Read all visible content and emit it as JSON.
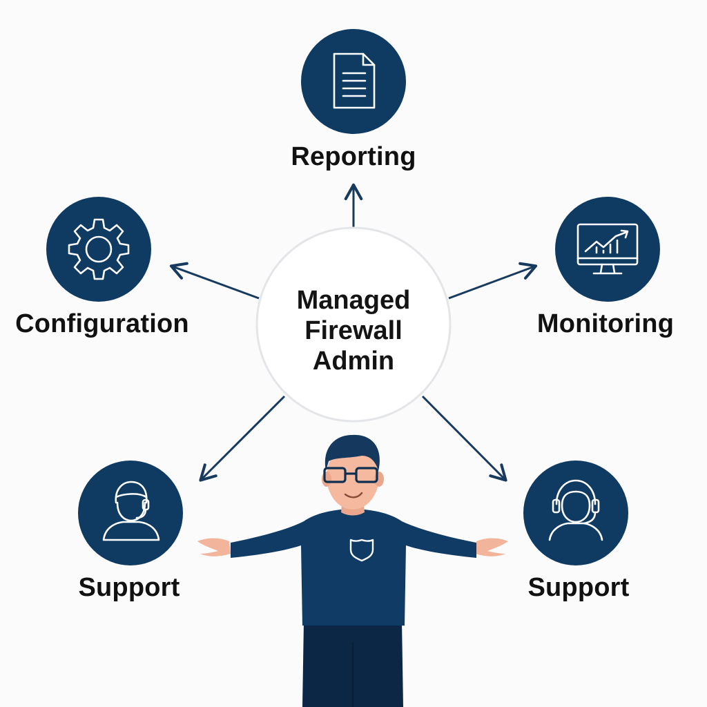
{
  "center": {
    "line1": "Managed",
    "line2": "Firewall",
    "line3": "Admin"
  },
  "nodes": {
    "reporting": {
      "label": "Reporting",
      "icon": "document-icon"
    },
    "configuration": {
      "label": "Configuration",
      "icon": "gear-icon"
    },
    "monitoring": {
      "label": "Monitoring",
      "icon": "monitor-chart-icon"
    },
    "support_left": {
      "label": "Support",
      "icon": "support-agent-icon"
    },
    "support_right": {
      "label": "Support",
      "icon": "headset-agent-icon"
    }
  },
  "colors": {
    "navy": "#0f3b63",
    "arrow": "#173a5e",
    "center_border": "#e3e5e8",
    "text": "#111111",
    "skin": "#f2b49a",
    "hair": "#15395e",
    "pants": "#0c2745"
  }
}
